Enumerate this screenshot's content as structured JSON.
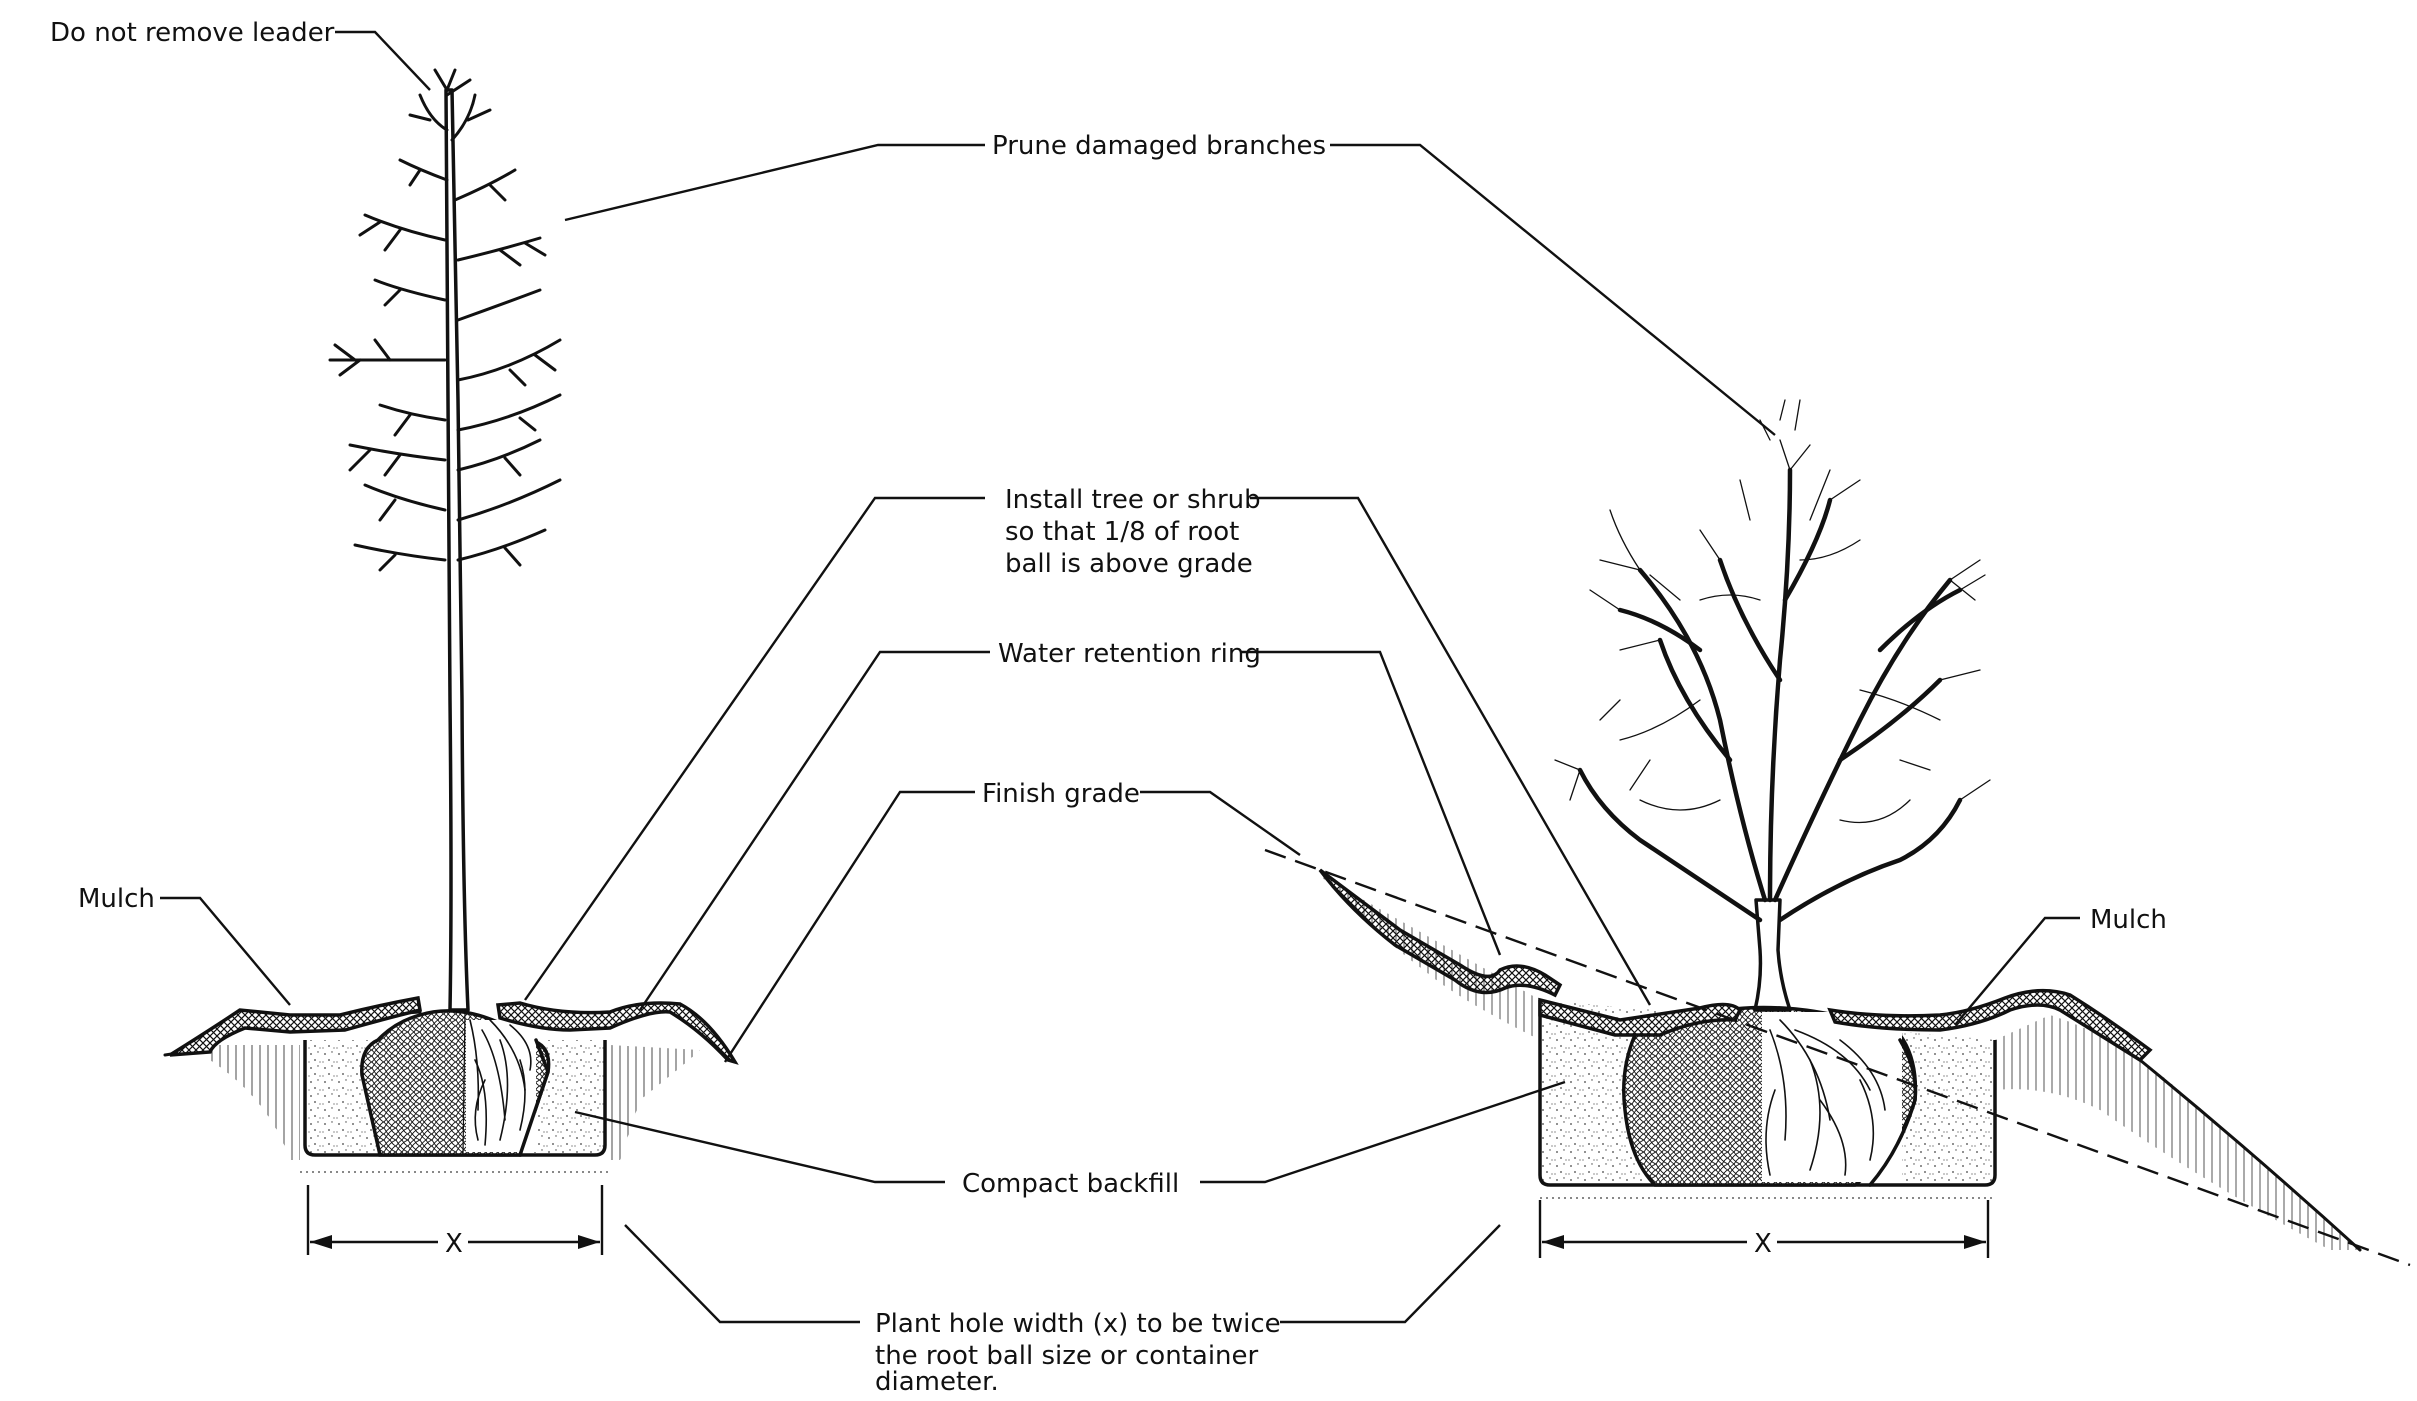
{
  "labels": {
    "leader": "Do not remove leader",
    "prune": "Prune damaged branches",
    "install_1": "Install tree or shrub",
    "install_2": "so that 1/8 of root",
    "install_3": "ball is above grade",
    "water_ring": "Water retention ring",
    "finish_grade": "Finish grade",
    "mulch_left": "Mulch",
    "mulch_right": "Mulch",
    "compact_backfill": "Compact backfill",
    "plant_hole_1": "Plant hole width (x) to be twice",
    "plant_hole_2": "the root ball size or container",
    "plant_hole_3": "diameter.",
    "dim_left": "X",
    "dim_right": "X"
  }
}
